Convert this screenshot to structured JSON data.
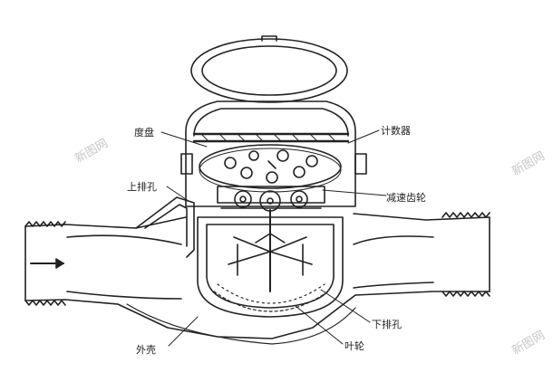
{
  "labels": {
    "dial": "度盘",
    "counter": "计数器",
    "upper_hole": "上排孔",
    "reduction_gear": "减速齿轮",
    "lower_hole": "下排孔",
    "shell": "外壳",
    "impeller": "叶轮"
  },
  "watermark": "新图网",
  "colors": {
    "ink": "#222222",
    "paper": "#ffffff",
    "watermark": "#c8c8c8"
  }
}
